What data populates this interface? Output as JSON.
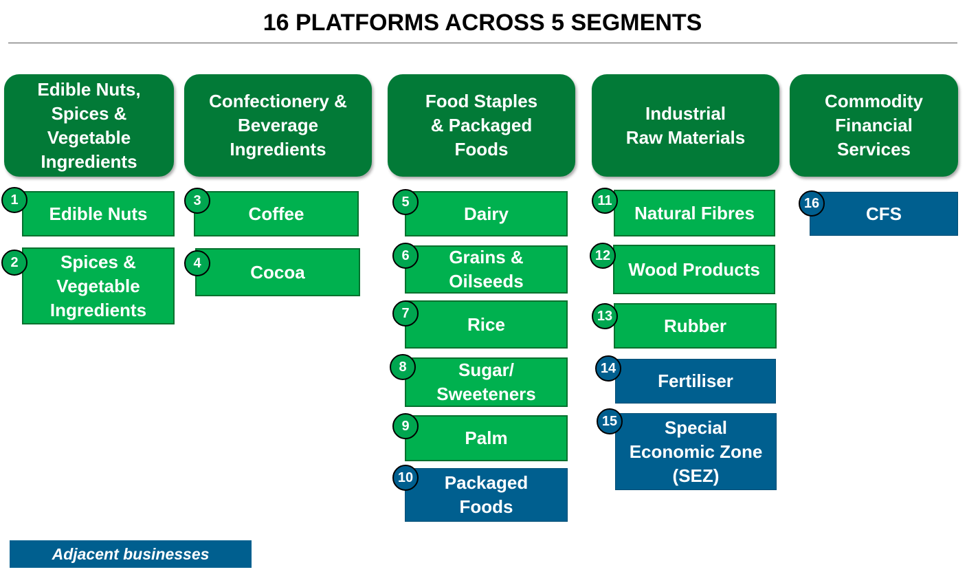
{
  "title": "16 PLATFORMS ACROSS 5 SEGMENTS",
  "colors": {
    "segment": "#027a37",
    "core_platform": "#00b14f",
    "adjacent_business": "#005f8f"
  },
  "segments": [
    {
      "label": "Edible Nuts,\nSpices &\nVegetable\nIngredients"
    },
    {
      "label": "Confectionery &\nBeverage\nIngredients"
    },
    {
      "label": "Food Staples\n& Packaged\nFoods"
    },
    {
      "label": "Industrial\nRaw Materials"
    },
    {
      "label": "Commodity\nFinancial\nServices"
    }
  ],
  "platforms": [
    {
      "num": "1",
      "label": "Edible Nuts",
      "type": "core"
    },
    {
      "num": "2",
      "label": "Spices &\nVegetable\nIngredients",
      "type": "core"
    },
    {
      "num": "3",
      "label": "Coffee",
      "type": "core"
    },
    {
      "num": "4",
      "label": "Cocoa",
      "type": "core"
    },
    {
      "num": "5",
      "label": "Dairy",
      "type": "core"
    },
    {
      "num": "6",
      "label": "Grains &\nOilseeds",
      "type": "core"
    },
    {
      "num": "7",
      "label": "Rice",
      "type": "core"
    },
    {
      "num": "8",
      "label": "Sugar/\nSweeteners",
      "type": "core"
    },
    {
      "num": "9",
      "label": "Palm",
      "type": "core"
    },
    {
      "num": "10",
      "label": "Packaged\nFoods",
      "type": "adjacent"
    },
    {
      "num": "11",
      "label": "Natural Fibres",
      "type": "core"
    },
    {
      "num": "12",
      "label": "Wood Products",
      "type": "core"
    },
    {
      "num": "13",
      "label": "Rubber",
      "type": "core"
    },
    {
      "num": "14",
      "label": "Fertiliser",
      "type": "adjacent"
    },
    {
      "num": "15",
      "label": "Special\nEconomic Zone\n(SEZ)",
      "type": "adjacent"
    },
    {
      "num": "16",
      "label": "CFS",
      "type": "adjacent"
    }
  ],
  "legend": {
    "label": "Adjacent businesses"
  }
}
